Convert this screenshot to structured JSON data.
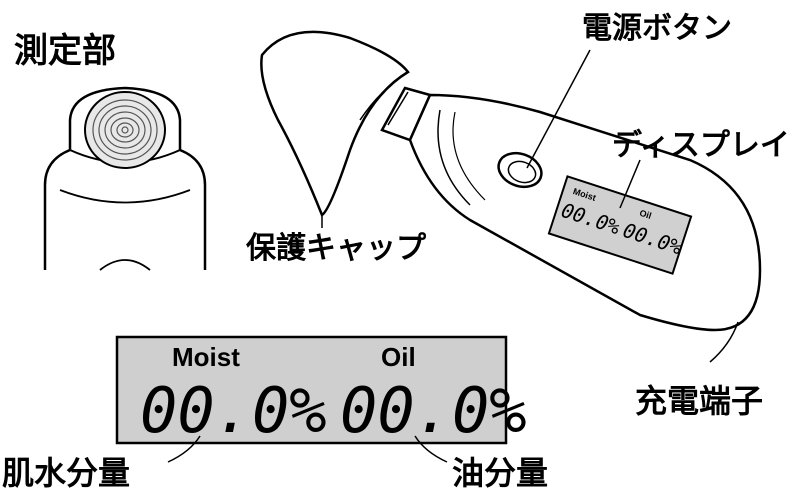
{
  "labels": {
    "sensor": "測定部",
    "power_button": "電源ボタン",
    "display": "ディスプレイ",
    "cap": "保護キャップ",
    "charge_terminal": "充電端子",
    "skin_moisture": "肌水分量",
    "oil": "油分量"
  },
  "lcd": {
    "moist_label": "Moist",
    "oil_label": "Oil",
    "moist_value": "00.0%",
    "oil_value": "00.0%"
  }
}
